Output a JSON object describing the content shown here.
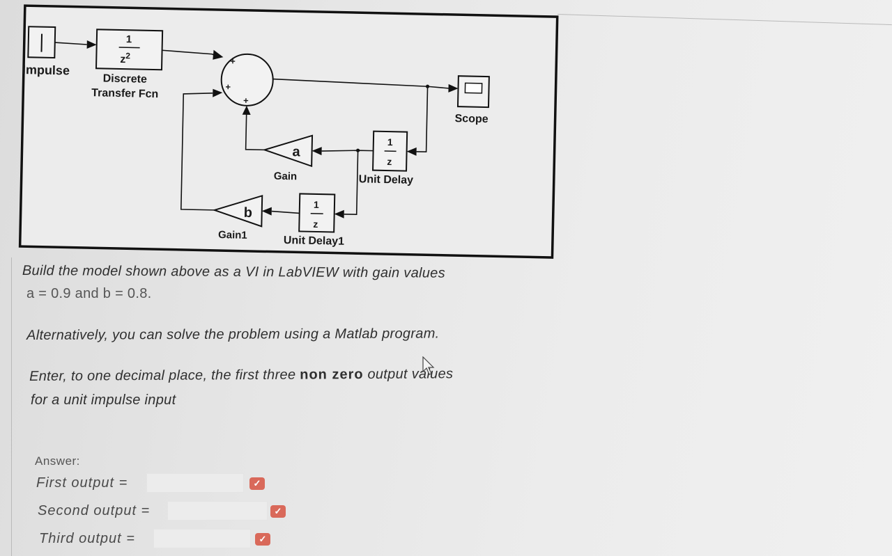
{
  "diagram": {
    "impulse_label": "Impulse",
    "tf_numerator": "1",
    "tf_denominator_base": "z",
    "tf_denominator_exp": "2",
    "tf_label_line1": "Discrete",
    "tf_label_line2": "Transfer Fcn",
    "sum_sign_top": "+",
    "sum_sign_left": "+",
    "sum_sign_bottom": "+",
    "scope_label": "Scope",
    "gain_symbol": "a",
    "gain_label": "Gain",
    "unit_delay_numerator": "1",
    "unit_delay_denominator": "z",
    "unit_delay_label": "Unit Delay",
    "gain1_symbol": "b",
    "gain1_label": "Gain1",
    "unit_delay1_numerator": "1",
    "unit_delay1_denominator": "z",
    "unit_delay1_label": "Unit Delay1"
  },
  "question": {
    "line1": "Build the model shown above as a VI in LabVIEW with gain values",
    "line2": "a = 0.9 and b = 0.8.",
    "line3": "Alternatively, you can solve the problem using a Matlab program.",
    "line4_pre": "Enter, to one decimal place, the first three",
    "line4_bold": "non zero",
    "line4_post": "output values",
    "line5": "for a unit impulse input"
  },
  "answer": {
    "label": "Answer:",
    "rows": [
      {
        "label": "First output =",
        "value": "",
        "check_icon": "check-icon"
      },
      {
        "label": "Second output =",
        "value": "",
        "check_icon": "check-icon"
      },
      {
        "label": "Third output =",
        "value": "",
        "check_icon": "check-icon"
      }
    ]
  },
  "colors": {
    "check_icon_bg": "#d9695a",
    "background": "#e6e6e6"
  }
}
